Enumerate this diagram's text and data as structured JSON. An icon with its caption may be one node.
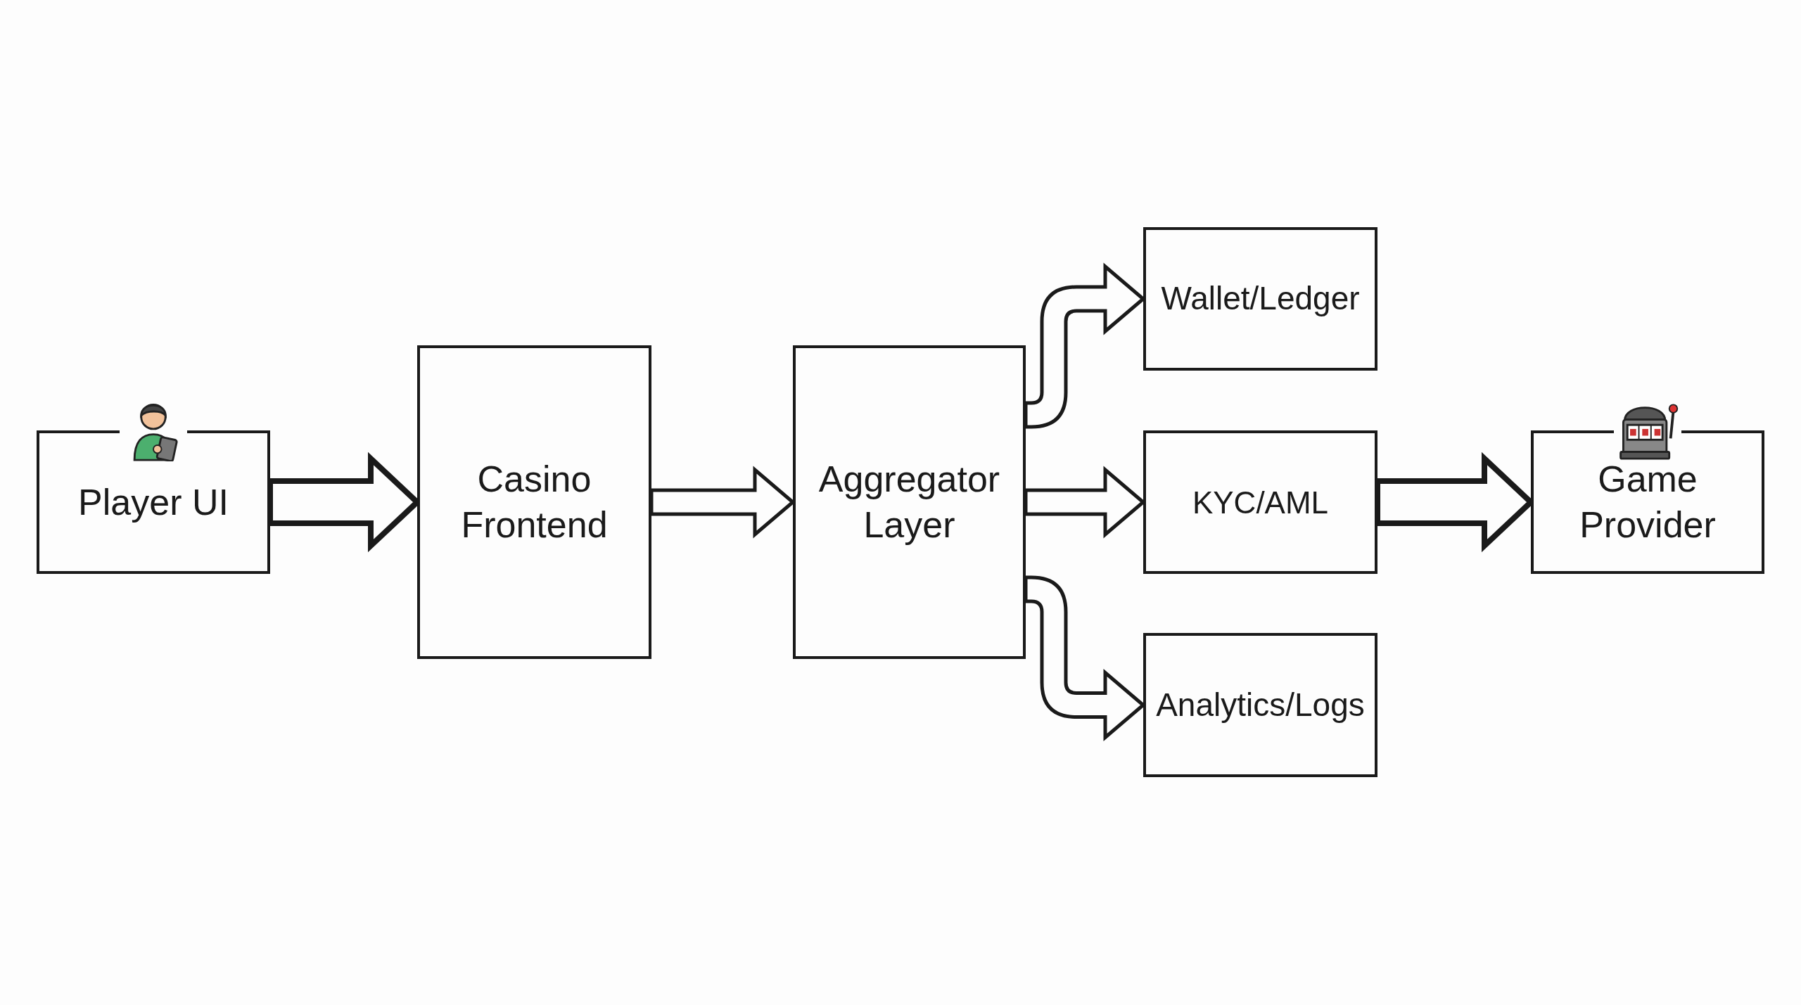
{
  "diagram": {
    "nodes": [
      {
        "text": [
          "Player UI"
        ]
      },
      {
        "text": [
          "Casino Frontend"
        ]
      },
      {
        "text": [
          "Aggregator Layer"
        ]
      },
      {
        "text": [
          "Wallet/Ledger"
        ]
      },
      {
        "text": [
          "KYC/AML"
        ]
      },
      {
        "text": [
          "Analytics/Logs"
        ]
      },
      {
        "text": [
          "Game Provider"
        ]
      }
    ],
    "edges": [
      {
        "from": 0,
        "to": 1,
        "arrow": "to",
        "style": "thick"
      },
      {
        "from": 1,
        "to": 2,
        "arrow": "to"
      },
      {
        "from": 2,
        "to": 3,
        "arrow": "to"
      },
      {
        "from": 2,
        "to": 4,
        "arrow": "to"
      },
      {
        "from": 2,
        "to": 5,
        "arrow": "to"
      },
      {
        "from": 4,
        "to": 6,
        "arrow": "to",
        "style": "thick"
      }
    ]
  }
}
